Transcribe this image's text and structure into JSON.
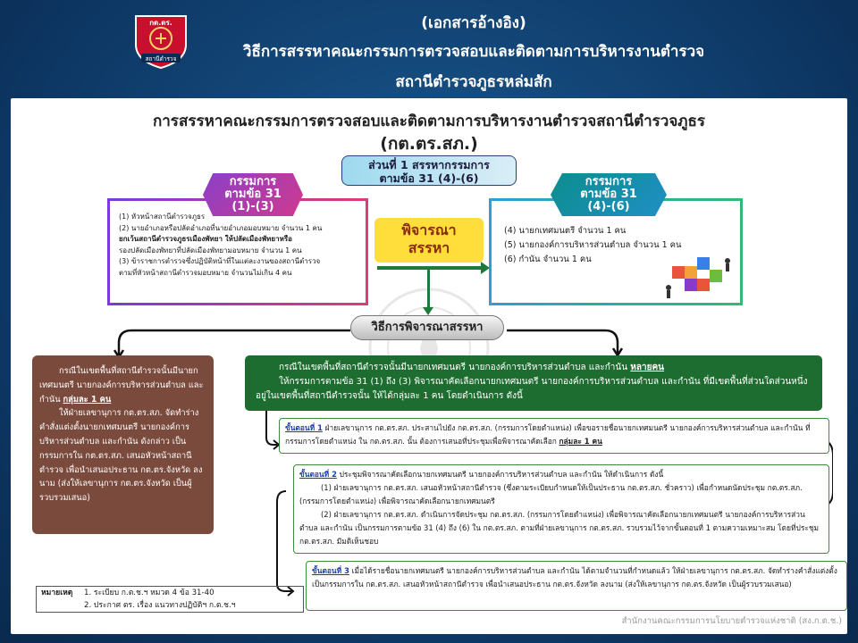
{
  "header": {
    "line1": "(เอกสารอ้างอิง)",
    "line2": "วิธีการสรรหาคณะกรรมการตรวจสอบและติดตามการบริหารงานตำรวจ",
    "line3": "สถานีตำรวจภูธรหล่มสัก",
    "logo_top": "กต.ตร.",
    "logo_bottom": "สถานีตำรวจ"
  },
  "title": "การสรรหาคณะกรรมการตรวจสอบและติดตามการบริหารงานตำรวจสถานีตำรวจภูธร",
  "abbr": "(กต.ตร.สภ.)",
  "part": {
    "l1": "ส่วนที่ 1 สรรหากรรมการ",
    "l2": "ตามข้อ 31 (4)-(6)"
  },
  "left_hex": {
    "l1": "กรรมการ",
    "l2": "ตามข้อ 31",
    "l3": "(1)-(3)"
  },
  "right_hex": {
    "l1": "กรรมการ",
    "l2": "ตามข้อ 31",
    "l3": "(4)-(6)"
  },
  "left_box": [
    "(1) หัวหน้าสถานีตำรวจภูธร",
    "(2) นายอำเภอหรือปลัดอำเภอที่นายอำเภอมอบหมาย จำนวน 1 คน",
    "ยกเว้นสถานีตำรวจภูธรเมืองพัทยา ให้ปลัดเมืองพัทยาหรือ",
    "รองปลัดเมืองพัทยาที่ปลัดเมืองพัทยามอบหมาย จำนวน 1 คน",
    "(3) ข้าราชการตำรวจซึ่งปฏิบัติหน้าที่ในแต่ละงานของสถานีตำรวจ",
    "ตามที่หัวหน้าสถานีตำรวจมอบหมาย จำนวนไม่เกิน 4 คน"
  ],
  "right_box": [
    "(4) นายกเทศมนตรี จำนวน 1 คน",
    "(5) นายกองค์การบริหารส่วนตำบล จำนวน 1 คน",
    "(6) กำนัน จำนวน 1 คน"
  ],
  "consider": {
    "l1": "พิจารณา",
    "l2": "สรรหา"
  },
  "method": "วิธีการพิจารณาสรรหา",
  "brown": {
    "p1": "กรณีในเขตพื้นที่สถานีตำรวจนั้นมีนายกเทศมนตรี นายกองค์การบริหารส่วนตำบล และกำนัน",
    "em": "กลุ่มละ 1 คน",
    "p2": "ให้ฝ่ายเลขานุการ กต.ตร.สภ. จัดทำร่างคำสั่งแต่งตั้งนายกเทศมนตรี นายกองค์การบริหารส่วนตำบล และกำนัน ดังกล่าว เป็นกรรมการใน กต.ตร.สภ. เสนอหัวหน้าสถานีตำรวจ เพื่อนำเสนอประธาน กต.ตร.จังหวัด ลงนาม (ส่งให้เลขานุการ กต.ตร.จังหวัด เป็นผู้รวบรวมเสนอ)"
  },
  "green": {
    "p1": "กรณีในเขตพื้นที่สถานีตำรวจนั้นมีนายกเทศมนตรี นายกองค์การบริหารส่วนตำบล และกำนัน",
    "em": "หลายคน",
    "p2": "ให้กรรมการตามข้อ 31 (1) ถึง (3) พิจารณาคัดเลือกนายกเทศมนตรี นายกองค์การบริหารส่วนตำบล และกำนัน ที่มีเขตพื้นที่ส่วนใดส่วนหนึ่งอยู่ในเขตพื้นที่สถานีตำรวจนั้น ให้ได้กลุ่มละ 1 คน โดยดำเนินการ ดังนี้"
  },
  "step1": {
    "label": "ขั้นตอนที่ 1",
    "text": "ฝ่ายเลขานุการ กต.ตร.สภ. ประสานไปยัง กต.ตร.สภ. (กรรมการโดยตำแหน่ง) เพื่อขอรายชื่อนายกเทศมนตรี นายกองค์การบริหารส่วนตำบล และกำนัน ที่กรรมการโดยตำแหน่ง ใน กต.ตร.สภ. นั้น ต้องการเสนอที่ประชุมเพื่อพิจารณาคัดเลือก",
    "em": "กลุ่มละ 1 คน"
  },
  "step2": {
    "label": "ขั้นตอนที่ 2",
    "text": "ประชุมพิจารณาคัดเลือกนายกเทศมนตรี นายกองค์การบริหารส่วนตำบล และกำนัน ให้ดำเนินการ ดังนี้",
    "a": "(1) ฝ่ายเลขานุการ กต.ตร.สภ. เสนอหัวหน้าสถานีตำรวจ (ซึ่งตามระเบียบกำหนดให้เป็นประธาน กต.ตร.สภ. ชั่วคราว) เพื่อกำหนดนัดประชุม กต.ตร.สภ. (กรรมการโดยตำแหน่ง) เพื่อพิจารณาคัดเลือกนายกเทศมนตรี",
    "b": "(2) ฝ่ายเลขานุการ กต.ตร.สภ. ดำเนินการจัดประชุม กต.ตร.สภ. (กรรมการโดยตำแหน่ง) เพื่อพิจารณาคัดเลือกนายกเทศมนตรี นายกองค์การบริหารส่วนตำบล และกำนัน เป็นกรรมการตามข้อ 31 (4) ถึง (6) ใน กต.ตร.สภ. ตามที่ฝ่ายเลขานุการ กต.ตร.สภ. รวบรวมไว้จากขั้นตอนที่ 1 ตามความเหมาะสม โดยที่ประชุม กต.ตร.สภ. มีมติเห็นชอบ"
  },
  "step3": {
    "label": "ขั้นตอนที่ 3",
    "text": "เมื่อได้รายชื่อนายกเทศมนตรี นายกองค์การบริหารส่วนตำบล และกำนัน ได้ตามจำนวนที่กำหนดแล้ว ให้ฝ่ายเลขานุการ กต.ตร.สภ. จัดทำร่างคำสั่งแต่งตั้งเป็นกรรมการใน กต.ตร.สภ. เสนอหัวหน้าสถานีตำรวจ เพื่อนำเสนอประธาน กต.ตร.จังหวัด ลงนาม (ส่งให้เลขานุการ กต.ตร.จังหวัด เป็นผู้รวบรวมเสนอ)"
  },
  "note": {
    "label": "หมายเหตุ",
    "n1": "1. ระเบียบ ก.ต.ช.ฯ หมวด 4 ข้อ 31-40",
    "n2": "2. ประกาศ ตร. เรื่อง แนวทางปฏิบัติฯ ก.ต.ช.ฯ"
  },
  "source": "สำนักงานคณะกรรมการนโยบายตำรวจแห่งชาติ (สง.ก.ต.ช.)"
}
